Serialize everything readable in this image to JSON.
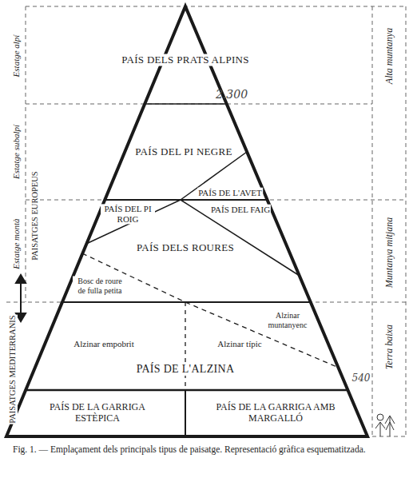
{
  "diagram": {
    "caption": "Fig. 1. — Emplaçament dels principals tipus de paisatge. Representació gràfica esquematitzada.",
    "labels": [
      "Estatge alpí",
      "Estatge subalpí",
      "Estatge montà",
      "PAISATGES EUROPEUS",
      "PAISATGES MEDITERRANIS",
      "Alta muntanya",
      "Muntanya mitjana",
      "Terra baixa",
      "PAÍS DELS PRATS ALPINS",
      "2.300",
      "PAÍS DEL PI NEGRE",
      "PAÍS DE L'AVET",
      "PAÍS DEL PI ROIG",
      "PAÍS DEL FAIG",
      "PAÍS DELS ROURES",
      "Bosc de roure de fulla petita",
      "Alzinar muntanyenc",
      "Alzinar empobrit",
      "Alzinar típic",
      "PAÍS DE L'ALZINA",
      "PAÍS DE LA GARRIGA ESTÈPICA",
      "PAÍS DE LA GARRIGA AMB MARGALLÓ",
      "540"
    ]
  }
}
